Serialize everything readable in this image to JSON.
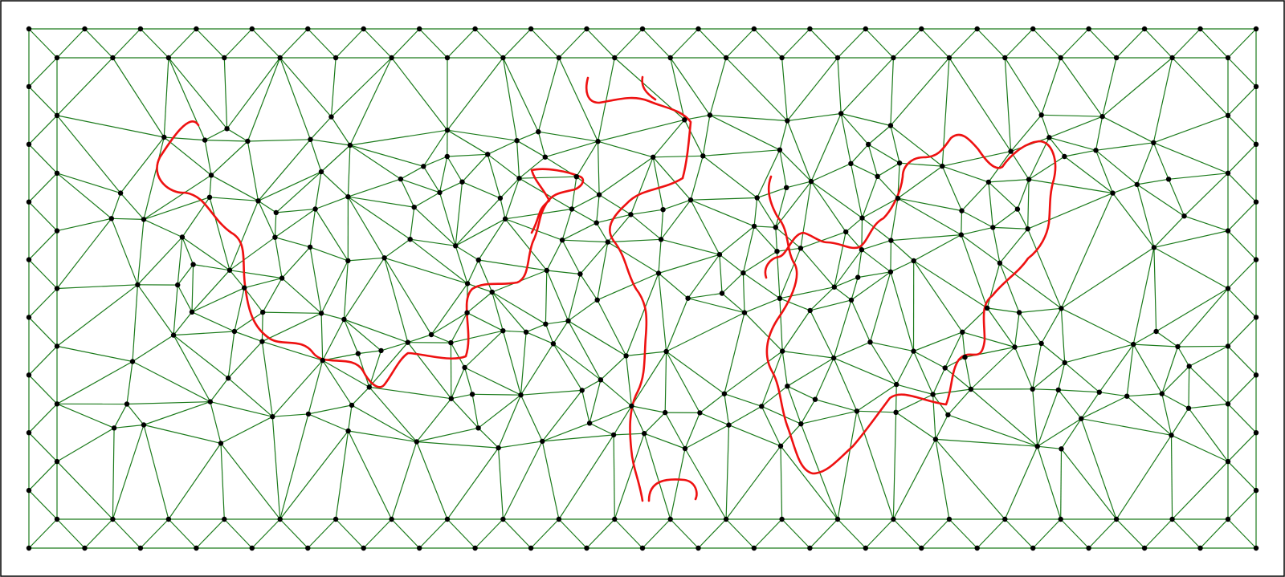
{
  "figure": {
    "kind": "triangulated-mesh-with-curves",
    "colors": {
      "background": "#ffffff",
      "frame": "#000000",
      "mesh_edges": "#1a7a1a",
      "nodes": "#000000",
      "curves": "#ee1111"
    },
    "mesh": {
      "outer_rows": 2,
      "interior_nodes_visible": true,
      "triangulation": "unstructured"
    },
    "curves": [
      {
        "name": "curve-left"
      },
      {
        "name": "curve-center"
      },
      {
        "name": "curve-right"
      }
    ]
  }
}
